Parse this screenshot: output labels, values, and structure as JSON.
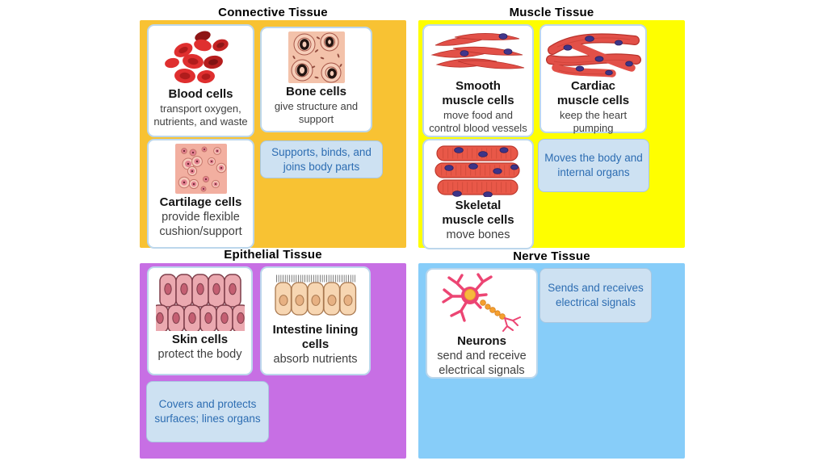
{
  "sections": [
    {
      "title": "Connective Tissue",
      "panel_color": "#F8C233",
      "function_note": "Supports, binds, and joins body parts",
      "cards": [
        {
          "title": "Blood cells",
          "description": "transport oxygen, nutrients, and waste",
          "illustration": "blood-cells"
        },
        {
          "title": "Bone cells",
          "description": "give structure and support",
          "illustration": "bone-cells"
        },
        {
          "title": "Cartilage cells",
          "description": "provide flexible cushion/support",
          "illustration": "cartilage-cells"
        }
      ]
    },
    {
      "title": "Muscle Tissue",
      "panel_color": "#FEFE00",
      "function_note": "Moves the body and internal organs",
      "cards": [
        {
          "title": "Smooth muscle cells",
          "description": "move food and control blood vessels",
          "illustration": "smooth-muscle-cells"
        },
        {
          "title": "Cardiac muscle cells",
          "description": "keep the heart pumping",
          "illustration": "cardiac-muscle-cells"
        },
        {
          "title": "Skeletal muscle cells",
          "description": "move bones",
          "illustration": "skeletal-muscle-cells"
        }
      ]
    },
    {
      "title": "Epithelial Tissue",
      "panel_color": "#C76FE4",
      "function_note": "Covers and protects surfaces; lines organs",
      "cards": [
        {
          "title": "Skin cells",
          "description": "protect the body",
          "illustration": "skin-cells"
        },
        {
          "title": "Intestine lining cells",
          "description": "absorb nutrients",
          "illustration": "intestine-lining-cells"
        }
      ]
    },
    {
      "title": "Nerve Tissue",
      "panel_color": "#87CDF9",
      "function_note": "Sends and receives electrical signals",
      "cards": [
        {
          "title": "Neurons",
          "description": "send and receive electrical signals",
          "illustration": "neuron"
        }
      ]
    }
  ],
  "colors": {
    "connective_panel": "#F8C233",
    "muscle_panel": "#FEFE00",
    "epithelial_panel": "#C76FE4",
    "nerve_panel": "#87CDF9",
    "card_background": "#FFFFFF",
    "card_border": "#BCD7EC",
    "note_background": "#CDE1F2",
    "note_text": "#2D6DB2",
    "title_text": "#141414",
    "description_text": "#3F3F3F",
    "header_text": "#000000"
  }
}
